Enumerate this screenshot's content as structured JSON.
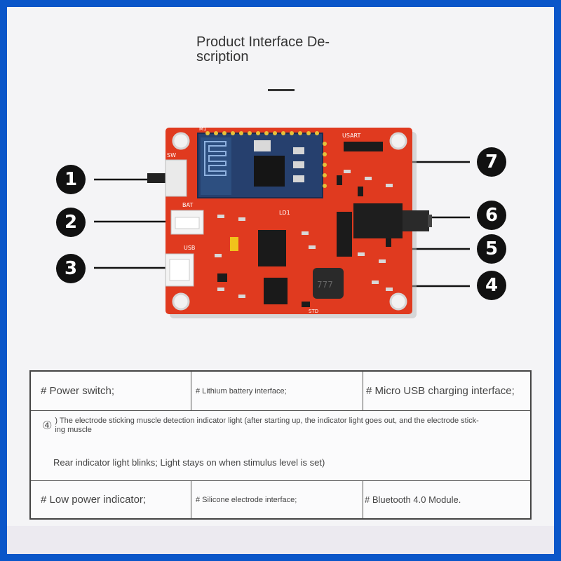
{
  "header": {
    "title": "Product Interface De-\nscription"
  },
  "callouts": [
    "1",
    "2",
    "3",
    "4",
    "5",
    "6",
    "7"
  ],
  "board_labels": {
    "usart": "USART",
    "sw": "SW",
    "bat": "BAT",
    "usb": "USB",
    "ld1": "LD1",
    "m1": "M1",
    "std": "STD",
    "cap": "777"
  },
  "colors": {
    "frame": "#0a56c9",
    "pcb": "#e03a1f",
    "module": "#26406e"
  },
  "table": {
    "row1": {
      "c1": "# Power switch;",
      "c2": "# Lithium battery interface;",
      "c3": "# Micro USB charging interface;"
    },
    "row2": {
      "marker": "④",
      "text": ") The electrode sticking muscle detection indicator light (after starting up, the indicator light goes out, and the electrode stick-\ning muscle",
      "rear": "Rear indicator light blinks; Light stays on when stimulus level is set)"
    },
    "row3": {
      "c1": "# Low power indicator;",
      "c2": "# Silicone electrode interface;",
      "c3": "# Bluetooth 4.0 Module."
    }
  }
}
